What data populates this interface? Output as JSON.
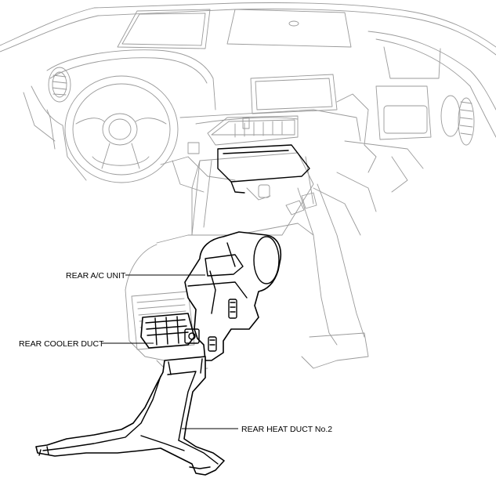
{
  "labels": {
    "rear_ac_unit": "REAR A/C UNIT",
    "rear_cooler_duct": "REAR COOLER DUCT",
    "rear_heat_duct_no2": "REAR HEAT DUCT No.2"
  }
}
